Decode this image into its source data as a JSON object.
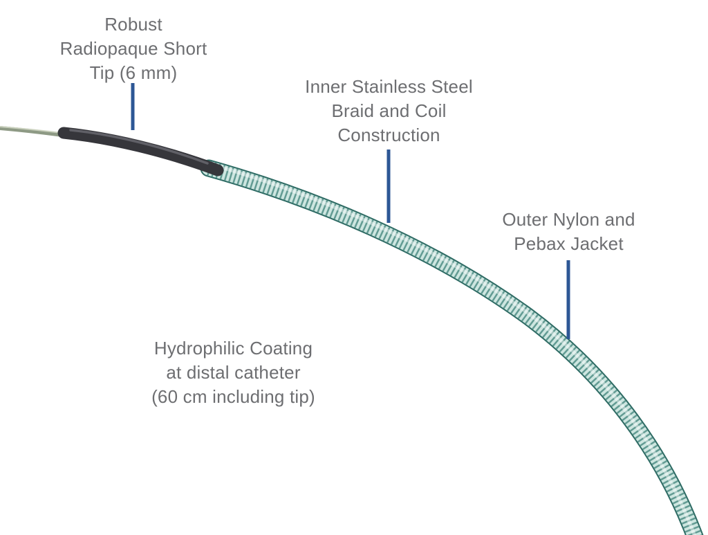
{
  "diagram": {
    "labels": {
      "tip": {
        "text": "Robust\nRadiopaque Short\nTip (6 mm)"
      },
      "braid": {
        "text": "Inner Stainless Steel\nBraid and Coil\nConstruction"
      },
      "jacket": {
        "text": "Outer Nylon and\nPebax Jacket"
      },
      "coating": {
        "text": "Hydrophilic Coating\nat distal catheter\n(60 cm including tip)"
      }
    },
    "colors": {
      "background": "#ffffff",
      "label_text": "#6d6e71",
      "pointer_line": "#2d5795",
      "catheter": {
        "wire": "#8e9a85",
        "wire_highlight": "#cfd6c3",
        "tip_dark": "#36363b",
        "tip_highlight": "#84848c",
        "braid_outline": "#2e6b64",
        "braid_base": "#cde6e0",
        "braid_rib": "#4f8d85",
        "braid_highlight": "#ffffff"
      }
    }
  }
}
